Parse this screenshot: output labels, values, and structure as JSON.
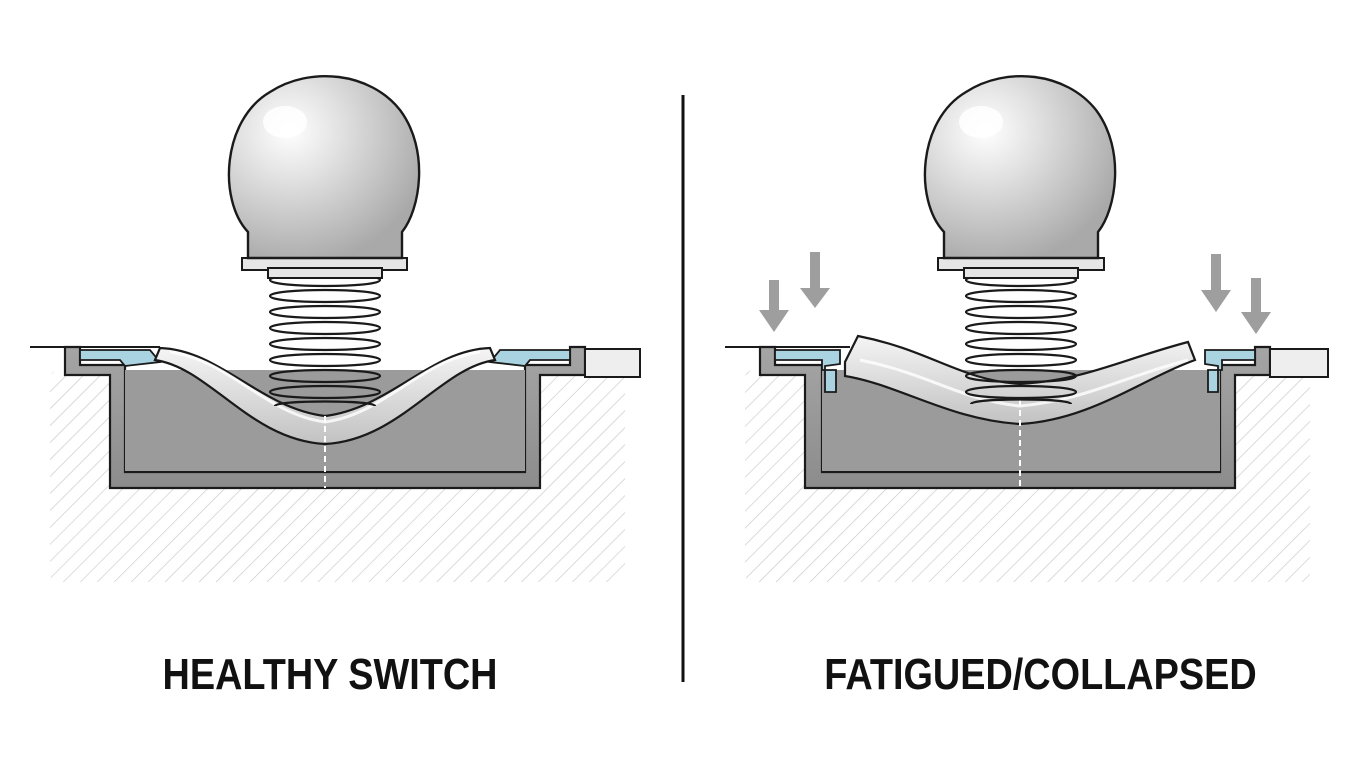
{
  "panels": [
    {
      "id": "healthy",
      "label": "HEALTHY SWITCH"
    },
    {
      "id": "fatigued",
      "label": "FATIGUED/COLLAPSED"
    }
  ],
  "colors": {
    "outline": "#1a1a1a",
    "ball_fill": "#d6d6d6",
    "housing_fill": "#9a9a9a",
    "dome_fill": "#dedede",
    "gasket_fill": "#a9d3e0",
    "hatch": "#c8c8c8",
    "arrow_fill": "#9e9e9e",
    "divider": "#111111"
  },
  "icons": {
    "force_arrow": "down-arrow-icon"
  }
}
